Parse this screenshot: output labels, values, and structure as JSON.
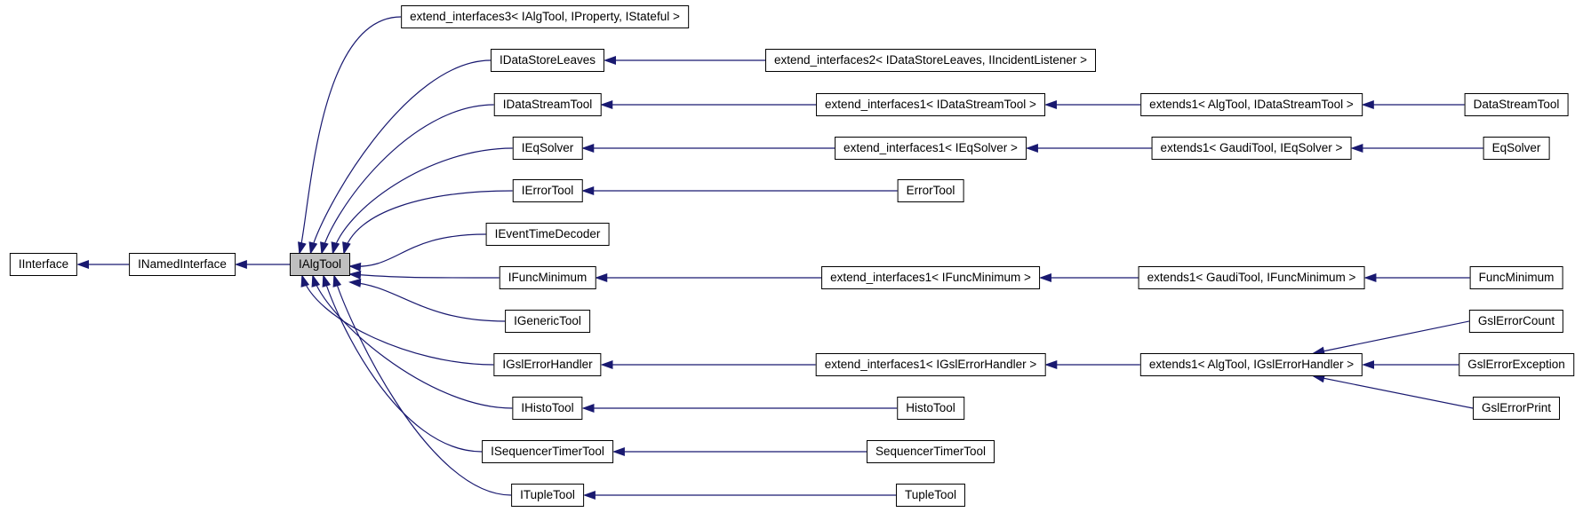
{
  "diagram_type": "class-inheritance-graph",
  "colors": {
    "edge": "#191970",
    "node_border": "#000000",
    "node_fill": "#ffffff",
    "highlight_fill": "#bfbfbf",
    "background": "#ffffff"
  },
  "nodes": [
    {
      "id": "iinterface",
      "label": "IInterface"
    },
    {
      "id": "inamedinterface",
      "label": "INamedInterface"
    },
    {
      "id": "ialgtool",
      "label": "IAlgTool",
      "highlighted": true
    },
    {
      "id": "ext3",
      "label": "extend_interfaces3< IAlgTool, IProperty, IStateful >"
    },
    {
      "id": "idatastoreleaves",
      "label": "IDataStoreLeaves"
    },
    {
      "id": "ext2_datastoreleaves",
      "label": "extend_interfaces2< IDataStoreLeaves, IIncidentListener >"
    },
    {
      "id": "idatastreamtool",
      "label": "IDataStreamTool"
    },
    {
      "id": "ext1_datastreamtool",
      "label": "extend_interfaces1< IDataStreamTool >"
    },
    {
      "id": "extends1_datastreamtool",
      "label": "extends1< AlgTool, IDataStreamTool >"
    },
    {
      "id": "datastreamtool",
      "label": "DataStreamTool"
    },
    {
      "id": "ieqsolver",
      "label": "IEqSolver"
    },
    {
      "id": "ext1_eqsolver",
      "label": "extend_interfaces1< IEqSolver >"
    },
    {
      "id": "extends1_eqsolver",
      "label": "extends1< GaudiTool, IEqSolver >"
    },
    {
      "id": "eqsolver",
      "label": "EqSolver"
    },
    {
      "id": "ierrortool",
      "label": "IErrorTool"
    },
    {
      "id": "errortool",
      "label": "ErrorTool"
    },
    {
      "id": "ieventtimedecoder",
      "label": "IEventTimeDecoder"
    },
    {
      "id": "ifuncminimum",
      "label": "IFuncMinimum"
    },
    {
      "id": "ext1_funcminimum",
      "label": "extend_interfaces1< IFuncMinimum >"
    },
    {
      "id": "extends1_funcminimum",
      "label": "extends1< GaudiTool, IFuncMinimum >"
    },
    {
      "id": "funcminimum",
      "label": "FuncMinimum"
    },
    {
      "id": "igenerictool",
      "label": "IGenericTool"
    },
    {
      "id": "igslerrorhandler",
      "label": "IGslErrorHandler"
    },
    {
      "id": "ext1_gslerrorhandler",
      "label": "extend_interfaces1< IGslErrorHandler >"
    },
    {
      "id": "extends1_gslerrorhandler",
      "label": "extends1< AlgTool, IGslErrorHandler >"
    },
    {
      "id": "gslerrorcount",
      "label": "GslErrorCount"
    },
    {
      "id": "gslerrorexception",
      "label": "GslErrorException"
    },
    {
      "id": "gslerrorprint",
      "label": "GslErrorPrint"
    },
    {
      "id": "ihistotool",
      "label": "IHistoTool"
    },
    {
      "id": "histotool",
      "label": "HistoTool"
    },
    {
      "id": "isequencertimertool",
      "label": "ISequencerTimerTool"
    },
    {
      "id": "sequencertimertool",
      "label": "SequencerTimerTool"
    },
    {
      "id": "itupletool",
      "label": "ITupleTool"
    },
    {
      "id": "tupletool",
      "label": "TupleTool"
    }
  ],
  "edges": [
    {
      "from": "inamedinterface",
      "to": "iinterface"
    },
    {
      "from": "ialgtool",
      "to": "inamedinterface"
    },
    {
      "from": "ext3",
      "to": "ialgtool"
    },
    {
      "from": "idatastoreleaves",
      "to": "ialgtool"
    },
    {
      "from": "idatastreamtool",
      "to": "ialgtool"
    },
    {
      "from": "ieqsolver",
      "to": "ialgtool"
    },
    {
      "from": "ierrortool",
      "to": "ialgtool"
    },
    {
      "from": "ieventtimedecoder",
      "to": "ialgtool"
    },
    {
      "from": "ifuncminimum",
      "to": "ialgtool"
    },
    {
      "from": "igenerictool",
      "to": "ialgtool"
    },
    {
      "from": "igslerrorhandler",
      "to": "ialgtool"
    },
    {
      "from": "ihistotool",
      "to": "ialgtool"
    },
    {
      "from": "isequencertimertool",
      "to": "ialgtool"
    },
    {
      "from": "itupletool",
      "to": "ialgtool"
    },
    {
      "from": "ext2_datastoreleaves",
      "to": "idatastoreleaves"
    },
    {
      "from": "ext1_datastreamtool",
      "to": "idatastreamtool"
    },
    {
      "from": "extends1_datastreamtool",
      "to": "ext1_datastreamtool"
    },
    {
      "from": "datastreamtool",
      "to": "extends1_datastreamtool"
    },
    {
      "from": "ext1_eqsolver",
      "to": "ieqsolver"
    },
    {
      "from": "extends1_eqsolver",
      "to": "ext1_eqsolver"
    },
    {
      "from": "eqsolver",
      "to": "extends1_eqsolver"
    },
    {
      "from": "errortool",
      "to": "ierrortool"
    },
    {
      "from": "ext1_funcminimum",
      "to": "ifuncminimum"
    },
    {
      "from": "extends1_funcminimum",
      "to": "ext1_funcminimum"
    },
    {
      "from": "funcminimum",
      "to": "extends1_funcminimum"
    },
    {
      "from": "ext1_gslerrorhandler",
      "to": "igslerrorhandler"
    },
    {
      "from": "extends1_gslerrorhandler",
      "to": "ext1_gslerrorhandler"
    },
    {
      "from": "gslerrorcount",
      "to": "extends1_gslerrorhandler"
    },
    {
      "from": "gslerrorexception",
      "to": "extends1_gslerrorhandler"
    },
    {
      "from": "gslerrorprint",
      "to": "extends1_gslerrorhandler"
    },
    {
      "from": "histotool",
      "to": "ihistotool"
    },
    {
      "from": "sequencertimertool",
      "to": "isequencertimertool"
    },
    {
      "from": "tupletool",
      "to": "itupletool"
    }
  ]
}
